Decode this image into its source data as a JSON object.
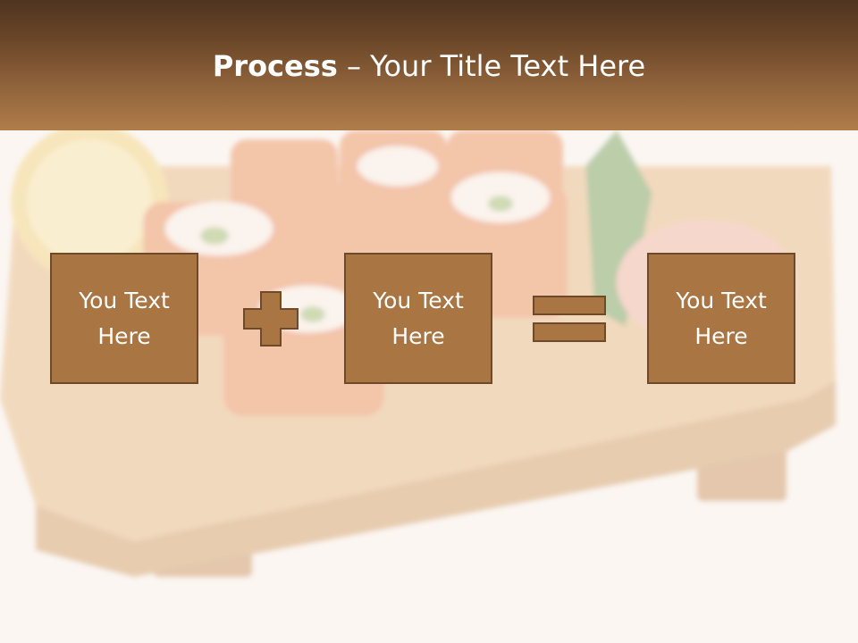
{
  "title": {
    "bold": "Process",
    "rest": " – Your Title Text Here"
  },
  "process": {
    "boxes": [
      {
        "line1": "You Text",
        "line2": "Here"
      },
      {
        "line1": "You Text",
        "line2": "Here"
      },
      {
        "line1": "You Text",
        "line2": "Here"
      }
    ],
    "operators": [
      "plus-icon",
      "equals-icon"
    ]
  },
  "colors": {
    "banner_dark": "#4f3420",
    "banner_light": "#b07c4b",
    "box_fill": "#a87543",
    "box_border": "#6e4a2a",
    "text": "#ffffff"
  }
}
